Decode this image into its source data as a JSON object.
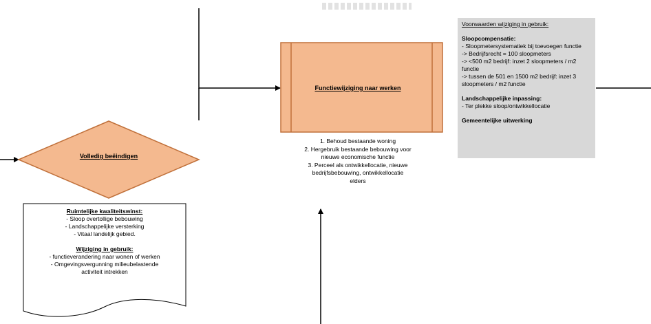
{
  "colors": {
    "shape_fill": "#f4b98f",
    "shape_stroke": "#c0703a",
    "panel_bg": "#d8d8d8",
    "line": "#000000"
  },
  "diamond": {
    "label": "Volledig beëindigen"
  },
  "process": {
    "label": "Functiewijziging naar werken"
  },
  "options": [
    "1. Behoud bestaande woning",
    "2. Hergebruik bestaande bebouwing voor",
    "nieuwe economische functie",
    "3. Perceel als ontwikkellocatie, nieuwe",
    "bedrijfsbebouwing, ontwikkellocatie",
    "elders"
  ],
  "document_note": {
    "heading1": "Ruimtelijke kwaliteitswinst:",
    "items1": [
      "- Sloop overtollige bebouwing",
      "- Landschappelijke versterking",
      "- Vitaal landelijk gebied."
    ],
    "heading2": "Wijziging in gebruik:",
    "items2": [
      "- functieverandering naar wonen of werken",
      "- Omgevingsvergunning milieubelastende",
      "activiteit intrekken"
    ]
  },
  "side_panel": {
    "title": "Voorwaarden wijziging in gebruik:",
    "heading1": "Sloopcompensatie:",
    "items1": [
      "- Sloopmetersystematiek bij toevoegen functie",
      "-> Bedrijfsrecht = 100 sloopmeters",
      "-> <500 m2 bedrijf: inzet 2 sloopmeters / m2",
      "functie",
      "-> tussen de 501 en 1500 m2 bedrijf: inzet 3",
      "sloopmeters / m2 functie"
    ],
    "heading2": "Landschappelijke inpassing:",
    "items2": [
      "- Ter plekke sloop/ontwikkellocatie"
    ],
    "heading3": "Gemeentelijke uitwerking"
  }
}
